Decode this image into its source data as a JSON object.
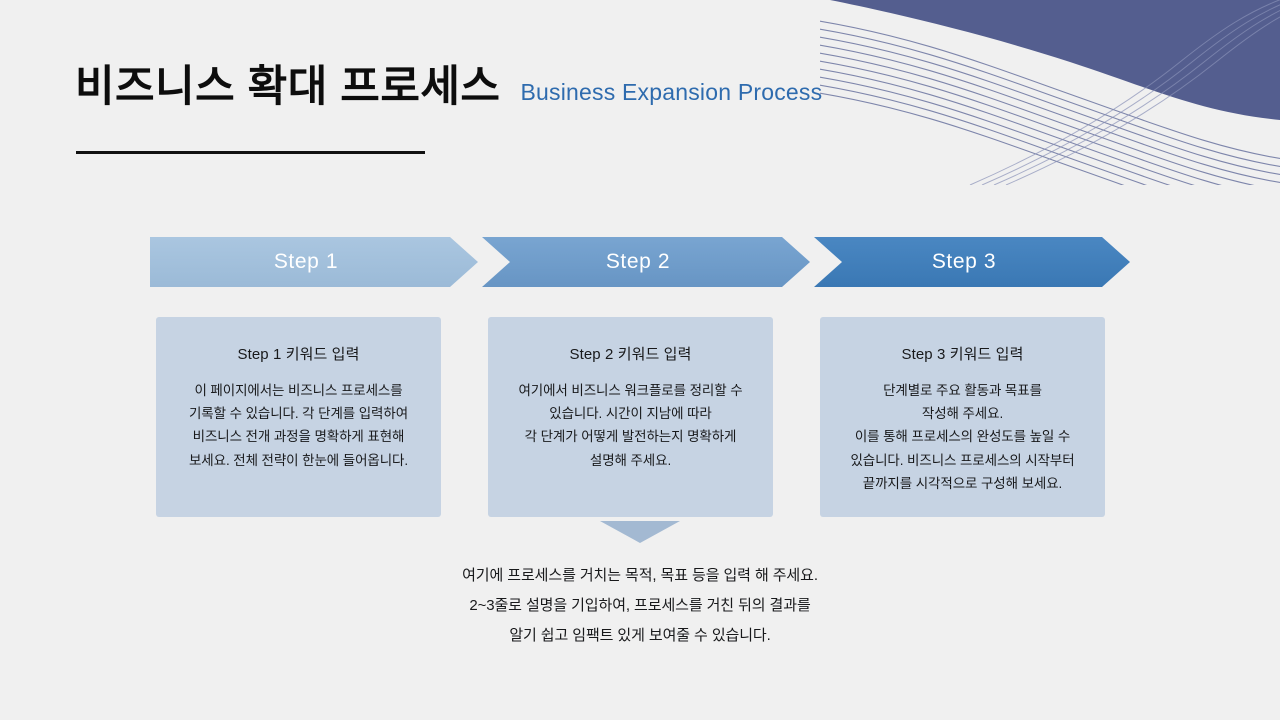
{
  "slide": {
    "background_color": "#f0f0f0",
    "title": "비즈니스 확대 프로세스",
    "subtitle": "Business Expansion Process",
    "subtitle_color": "#2e6bae",
    "decoration": {
      "name": "wave-decoration",
      "wave_color": "#545e8f",
      "line_color": "#6b74a0"
    }
  },
  "steps": [
    {
      "arrow_label": "Step 1",
      "arrow_color": "#a3c0de",
      "box_color": "#c6d3e3",
      "box_title": "Step 1 키워드 입력",
      "box_lines": [
        "이 페이지에서는 비즈니스 프로세스를",
        "기록할 수 있습니다. 각 단계를 입력하여",
        "비즈니스 전개 과정을 명확하게 표현해",
        "보세요. 전체 전략이 한눈에 들어옵니다."
      ]
    },
    {
      "arrow_label": "Step 2",
      "arrow_color": "#6f9dcb",
      "box_color": "#c6d3e3",
      "box_title": "Step 2 키워드 입력",
      "box_lines": [
        "여기에서 비즈니스 워크플로를 정리할 수",
        "있습니다. 시간이 지남에 따라",
        "각 단계가 어떻게 발전하는지 명확하게",
        "설명해 주세요."
      ]
    },
    {
      "arrow_label": "Step 3",
      "arrow_color": "#3d7ebb",
      "box_color": "#c6d3e3",
      "box_title": "Step 3 키워드 입력",
      "box_lines": [
        "단계별로 주요 활동과 목표를",
        "작성해 주세요.",
        "이를 통해 프로세스의 완성도를 높일 수",
        "있습니다. 비즈니스 프로세스의 시작부터",
        "끝까지를 시각적으로 구성해 보세요."
      ]
    }
  ],
  "down_arrow": {
    "name": "down-arrow-icon",
    "color": "#a3b9d2"
  },
  "summary": {
    "lines": [
      "여기에 프로세스를 거치는 목적, 목표 등을 입력 해 주세요.",
      "2~3줄로 설명을 기입하여, 프로세스를 거친 뒤의 결과를",
      "알기 쉽고 임팩트 있게 보여줄 수 있습니다."
    ]
  }
}
